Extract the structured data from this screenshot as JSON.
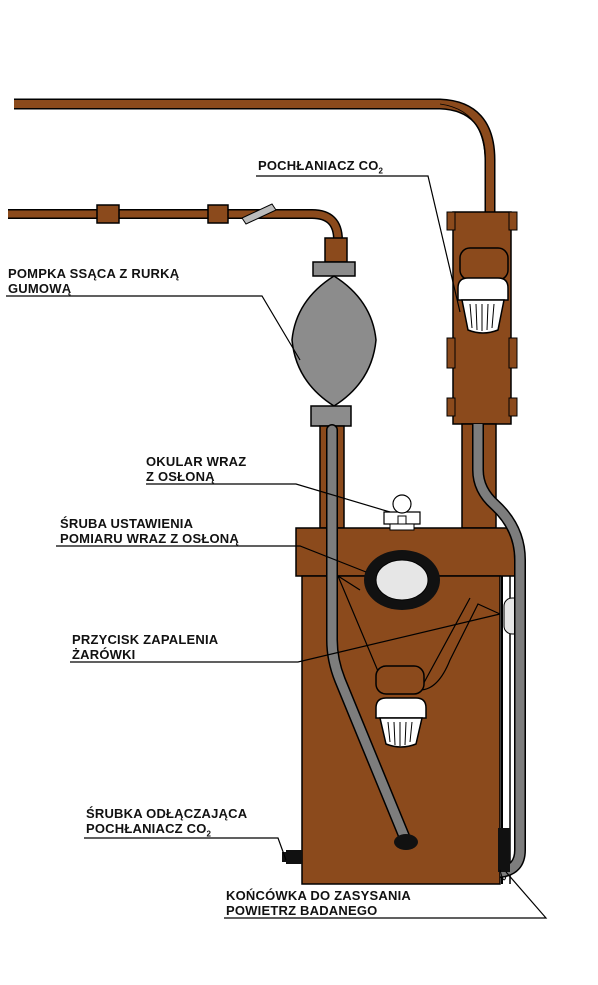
{
  "colors": {
    "body": "#8b4a1c",
    "body_dark": "#6e3a14",
    "bulb": "#8c8c8c",
    "tube_gray": "#7d7d7d",
    "lens_outer": "#111111",
    "lens_inner": "#e6e6e6",
    "outline": "#000000"
  },
  "labels": {
    "absorber_top": {
      "text": "POCHŁANIACZ CO",
      "sub": "2"
    },
    "pump": {
      "line1": "POMPKA SSĄCA Z RURKĄ",
      "line2": "GUMOWĄ"
    },
    "eyepiece": {
      "line1": "OKULAR  WRAZ",
      "line2": "Z OSŁONĄ"
    },
    "screw": {
      "line1": "ŚRUBA USTAWIENIA",
      "line2": "POMIARU WRAZ Z OSŁONĄ"
    },
    "button": {
      "line1": "PRZYCISK ZAPALENIA",
      "line2": "ŻARÓWKI"
    },
    "detach_screw": {
      "line1": "ŚRUBKA ODŁĄCZAJĄCA",
      "line2": "POCHŁANIACZ CO",
      "sub": "2"
    },
    "tip": {
      "line1": "KOŃCÓWKA DO ZASYSANIA",
      "line2": "POWIETRZ BADANEGO"
    }
  }
}
